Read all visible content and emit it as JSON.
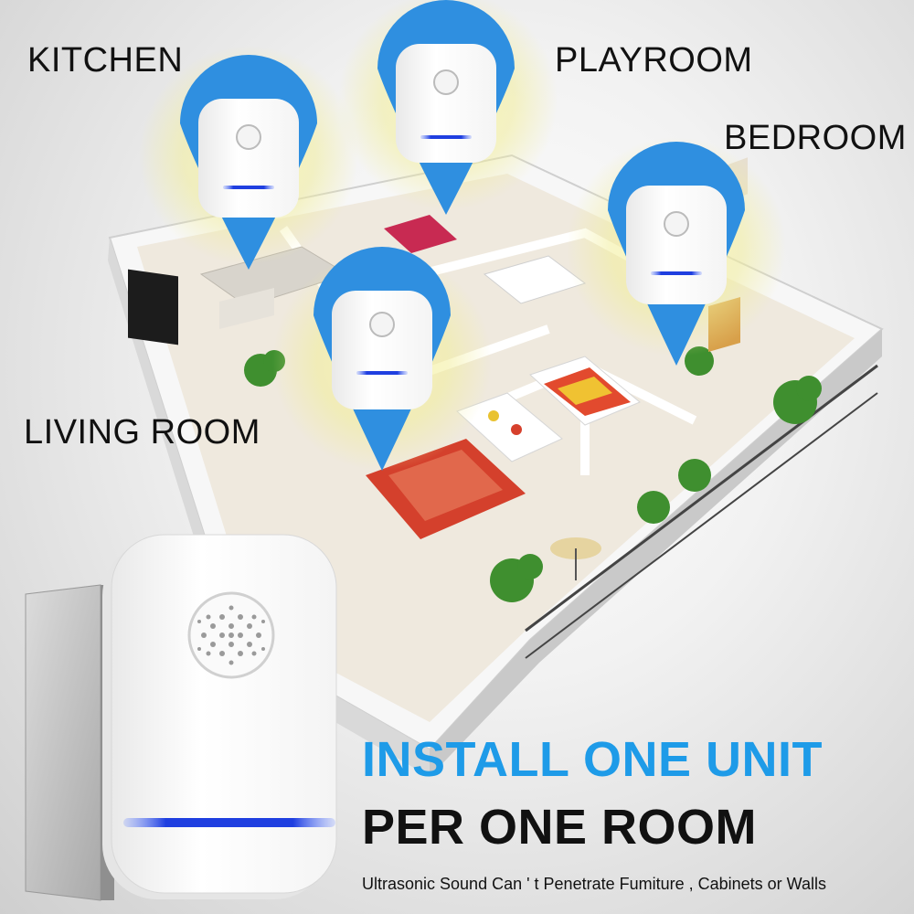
{
  "rooms": {
    "kitchen": "KITCHEN",
    "playroom": "PLAYROOM",
    "bedroom": "BEDROOM",
    "living_room": "LIVING ROOM"
  },
  "headline": {
    "line1": "INSTALL ONE UNIT",
    "line2": "PER ONE ROOM",
    "subtext": "Ultrasonic Sound Can ' t Penetrate Fumiture , Cabinets or Walls"
  },
  "colors": {
    "accent_blue": "#1e9be8",
    "pin_blue": "#2f8fe0",
    "led_blue": "#1f3fe0",
    "text_dark": "#111111",
    "glow_yellow": "#f3ef9a"
  },
  "icons": {
    "location_pin": "map-pin-icon",
    "device": "ultrasonic-repeller-device"
  }
}
